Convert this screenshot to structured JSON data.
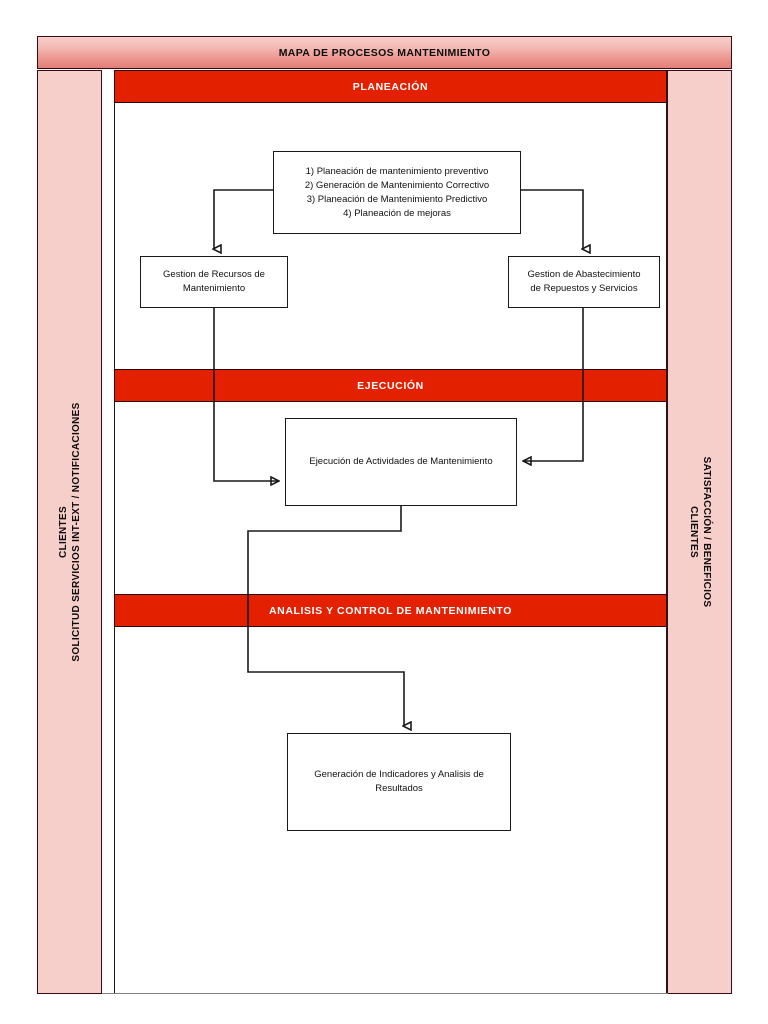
{
  "title_bar": {
    "text": "MAPA  DE PROCESOS MANTENIMIENTO"
  },
  "colors": {
    "band_red": "#e32000",
    "sidebar_pink": "#f6cfcb",
    "title_border": "#3b0a14",
    "box_border": "#1a1a1a",
    "band_text": "#ffffff"
  },
  "sidebars": {
    "left": {
      "line1": "CLIENTES",
      "line2": "SOLICITUD SERVICIOS INT-EXT / NOTIFICACIONES"
    },
    "right": {
      "line1": "SATISFACCIÓN / BENEFICIOS",
      "line2": "CLIENTES"
    }
  },
  "bands": [
    {
      "id": "planeacion",
      "label": "PLANEACIÓN"
    },
    {
      "id": "ejecucion",
      "label": "EJECUCIÓN"
    },
    {
      "id": "analisis",
      "label": "ANALISIS Y CONTROL DE MANTENIMIENTO"
    }
  ],
  "boxes": [
    {
      "id": "planificacion",
      "label": "1) Planeación de mantenimiento preventivo\n2) Generación de Mantenimiento Correctivo\n3) Planeación de Mantenimiento Predictivo\n4) Planeación de mejoras"
    },
    {
      "id": "recursos",
      "label": "Gestion de Recursos de\nMantenimiento"
    },
    {
      "id": "abastecimiento",
      "label": "Gestion de Abastecimiento\nde Repuestos y Servicios"
    },
    {
      "id": "ejecucion",
      "label": "Ejecución de Actividades de Mantenimiento"
    },
    {
      "id": "indicadores",
      "label": "Generación de Indicadores y Analisis de\nResultados"
    }
  ],
  "connectors": [
    {
      "from": "planificacion",
      "to": "recursos",
      "style": "elbow-left-down"
    },
    {
      "from": "planificacion",
      "to": "abastecimiento",
      "style": "elbow-right-down"
    },
    {
      "from": "recursos",
      "to": "ejecucion",
      "style": "down-then-right"
    },
    {
      "from": "abastecimiento",
      "to": "ejecucion",
      "style": "down-then-left"
    },
    {
      "from": "ejecucion",
      "to": "indicadores",
      "style": "down-left-down-right-down"
    }
  ]
}
